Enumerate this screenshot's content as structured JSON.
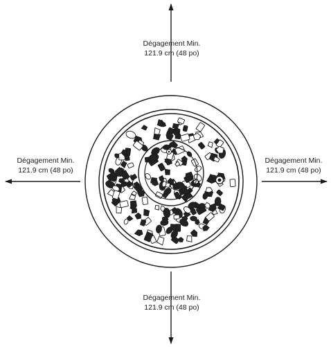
{
  "clearance": {
    "top": {
      "line1": "Dégagement Min.",
      "line2": "121.9 cm (48 po)"
    },
    "bottom": {
      "line1": "Dégagement Min.",
      "line2": "121.9 cm (48 po)"
    },
    "left": {
      "line1": "Dégagement Min.",
      "line2": "121.9 cm (48 po)"
    },
    "right": {
      "line1": "Dégagement Min.",
      "line2": "121.9 cm (48 po)"
    }
  },
  "colors": {
    "stroke": "#1a1a1a",
    "fill_dark": "#222222",
    "fill_light": "#ffffff"
  },
  "icons": {
    "arrows": "arrow-icon",
    "fire_pit": "fire-pit-icon"
  }
}
